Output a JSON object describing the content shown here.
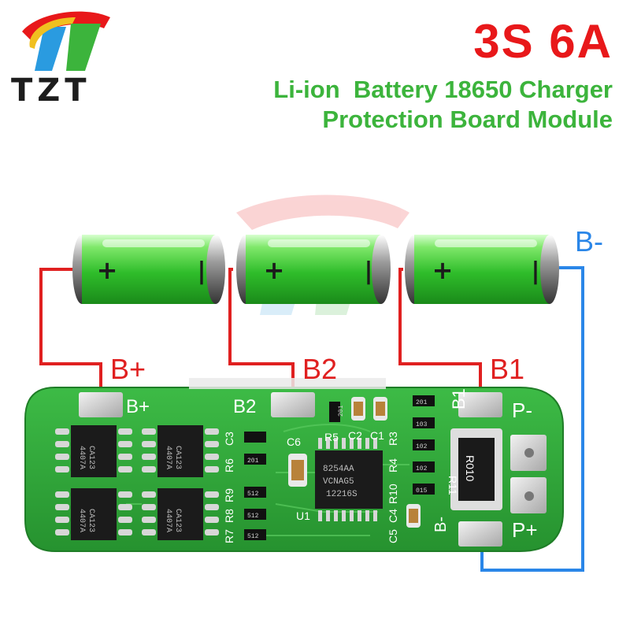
{
  "brand": {
    "name": "TZT"
  },
  "headline": {
    "title": "3S 6A",
    "line1": "Li-ion  Battery 18650 Charger",
    "line2": "Protection Board Module"
  },
  "wire_labels": {
    "b_plus": "B+",
    "b2": "B2",
    "b1": "B1",
    "b_minus": "B-"
  },
  "battery": {
    "plus_symbol": "+",
    "minus_symbol": "|"
  },
  "board": {
    "pad_b_plus": "B+",
    "pad_b2": "B2",
    "pad_b1": "B1",
    "pad_p_minus": "P-",
    "pad_p_plus": "P+",
    "pad_b_minus": "B-",
    "chip_marking_1": "4407A",
    "chip_marking_2": "CA123",
    "ic_line1": "8254AA",
    "ic_line2": "VCNAG5",
    "ic_line3": "12216S",
    "resistor_big": "R010",
    "ref_c6": "C6",
    "ref_r5": "R5",
    "ref_c2": "C2",
    "ref_c1": "C1",
    "ref_u1": "U1",
    "ref_r6": "R6",
    "ref_c3": "C3",
    "ref_r9": "R9",
    "ref_r8": "R8",
    "ref_r7": "R7",
    "ref_r3": "R3",
    "ref_r4": "R4",
    "ref_r10": "R10",
    "ref_c4": "C4",
    "ref_c5": "C5",
    "ref_r11": "R11",
    "smd_201": "201",
    "smd_103": "103",
    "smd_102": "102",
    "smd_512": "512",
    "smd_015": "015"
  },
  "colors": {
    "brand_red": "#e8181a",
    "brand_green": "#3cb43c",
    "wire_red": "#e02020",
    "wire_blue": "#2a86e8",
    "pcb_green": "#2ea83a",
    "battery_green": "#46d040"
  }
}
